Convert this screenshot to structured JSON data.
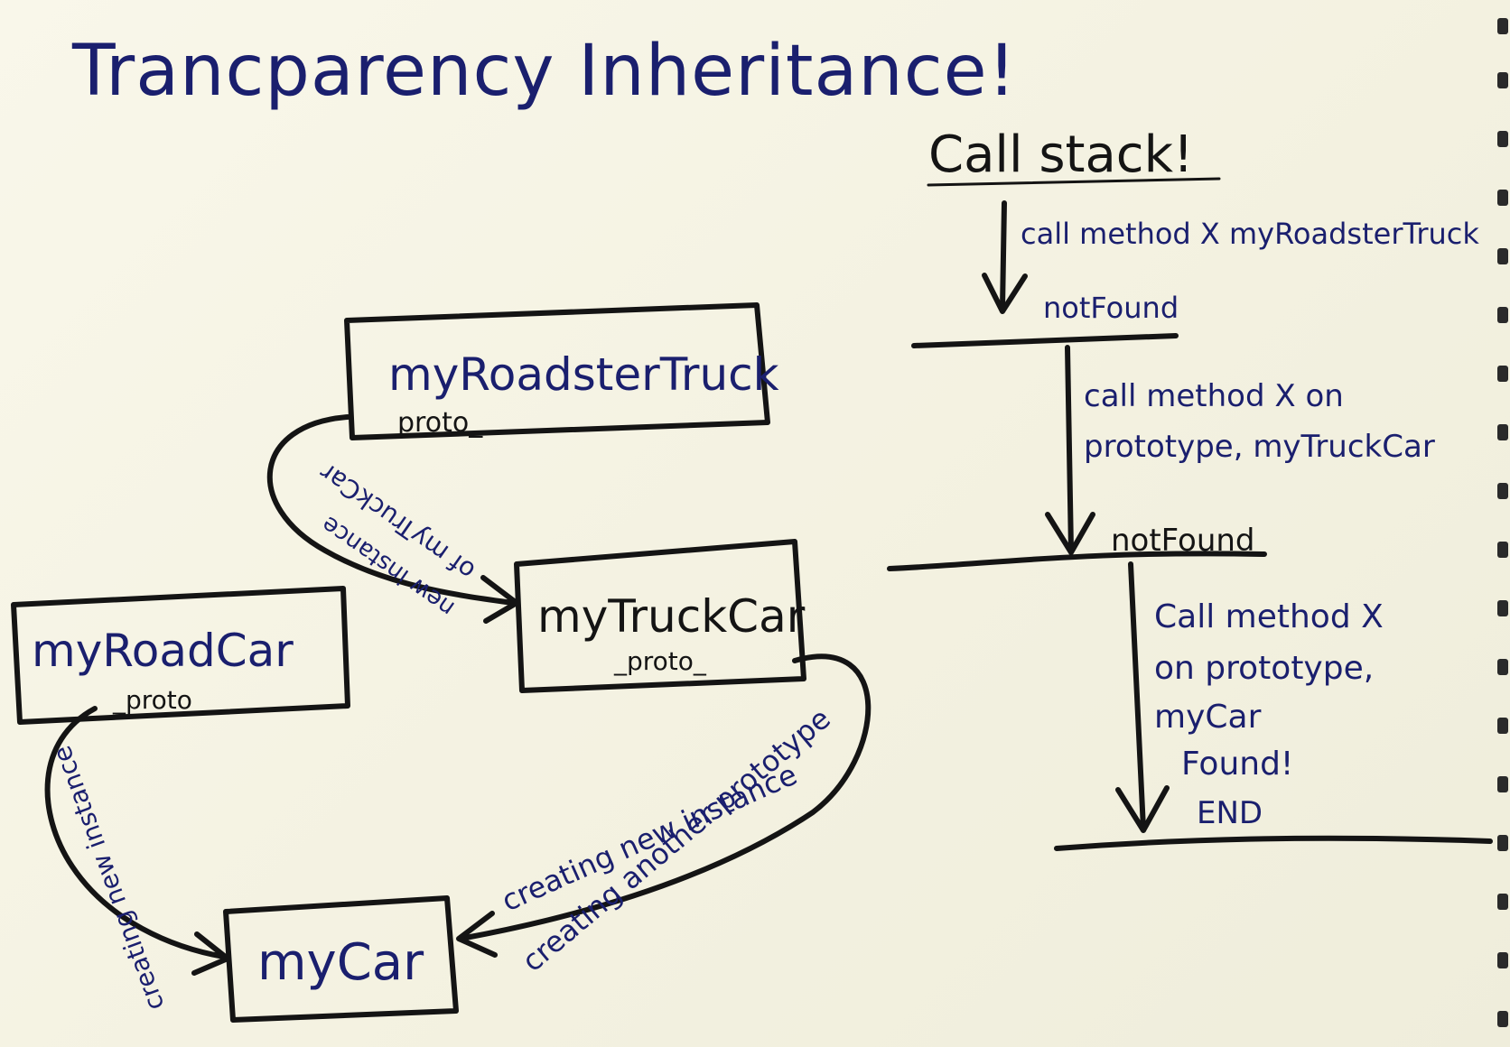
{
  "title": "Trancparency Inheritance!",
  "nodes": {
    "roadster_truck": {
      "label": "myRoadsterTruck",
      "proto": "_proto_"
    },
    "truck_car": {
      "label": "myTruckCar",
      "proto": "_proto_"
    },
    "road_car": {
      "label": "myRoadCar",
      "proto": "_proto_"
    },
    "car": {
      "label": "myCar"
    }
  },
  "edges": {
    "roadster_to_truck": {
      "line1": "new instance",
      "line2": "of myTruckCar"
    },
    "road_to_car": {
      "label": "creating new instance"
    },
    "truck_to_car": {
      "line1": "creating new instance",
      "line2": "creating another prototype"
    }
  },
  "call_stack": {
    "title": "Call stack!",
    "step1": {
      "text": "call method X myRoadsterTruck",
      "result": "notFound"
    },
    "step2": {
      "line1": "call method X on",
      "line2": "prototype, myTruckCar",
      "result": "notFound"
    },
    "step3": {
      "line1": "Call method X",
      "line2": "on prototype,",
      "line3": "myCar",
      "result": "Found!",
      "end": "END"
    }
  }
}
